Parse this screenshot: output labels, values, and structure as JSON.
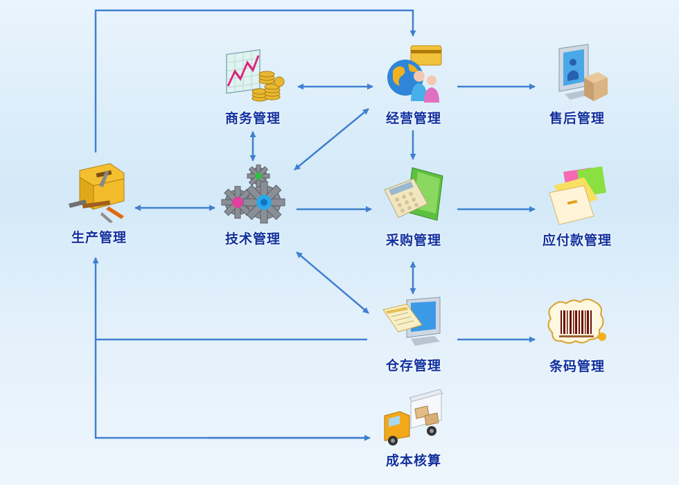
{
  "modules": {
    "business": {
      "label": "商务管理",
      "icon": "chart-coins-icon"
    },
    "operations": {
      "label": "经营管理",
      "icon": "globe-users-icon"
    },
    "after_sales": {
      "label": "售后管理",
      "icon": "computer-package-icon"
    },
    "production": {
      "label": "生产管理",
      "icon": "toolbox-icon"
    },
    "technology": {
      "label": "技术管理",
      "icon": "gears-icon"
    },
    "purchasing": {
      "label": "采购管理",
      "icon": "calculator-folder-icon"
    },
    "payables": {
      "label": "应付款管理",
      "icon": "folders-icon"
    },
    "warehouse": {
      "label": "仓存管理",
      "icon": "monitor-book-icon"
    },
    "barcode": {
      "label": "条码管理",
      "icon": "barcode-icon"
    },
    "costing": {
      "label": "成本核算",
      "icon": "truck-icon"
    }
  },
  "colors": {
    "label": "#0f2f9e",
    "arrow": "#3f7fd0",
    "background_top": "#e9f4fc",
    "background_mid": "#d3e9f8"
  }
}
